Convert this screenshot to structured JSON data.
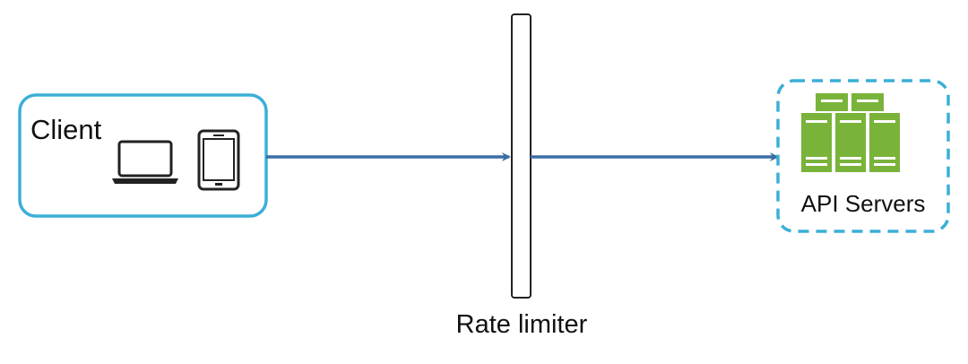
{
  "client": {
    "label": "Client",
    "device_icons": [
      "laptop-icon",
      "smartphone-icon"
    ],
    "border_color": "#3bafd6"
  },
  "rate_limiter": {
    "label": "Rate limiter"
  },
  "api_servers": {
    "label": "API Servers",
    "icon": "server-rack-icon",
    "border_color": "#3bafd6",
    "server_color": "#7ab33a"
  },
  "connections": {
    "color": "#3a6ea5",
    "flow": [
      "Client",
      "Rate limiter",
      "API Servers"
    ]
  }
}
